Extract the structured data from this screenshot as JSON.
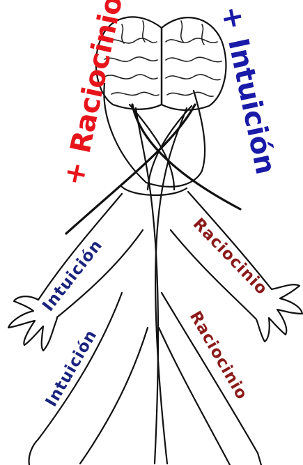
{
  "labels": {
    "left_head": "+ Raciocinio",
    "right_head": "+ Intuición",
    "left_arm": "Intuición",
    "left_leg": "Intuición",
    "right_arm": "Raciocinio",
    "right_leg": "Raciocinio"
  },
  "colors": {
    "raciocinio_head": "#e8141b",
    "intuicion_head": "#1a1aa8",
    "intuicion_limb": "#1a237e",
    "raciocinio_limb": "#8b1a1a",
    "line": "#111111"
  }
}
